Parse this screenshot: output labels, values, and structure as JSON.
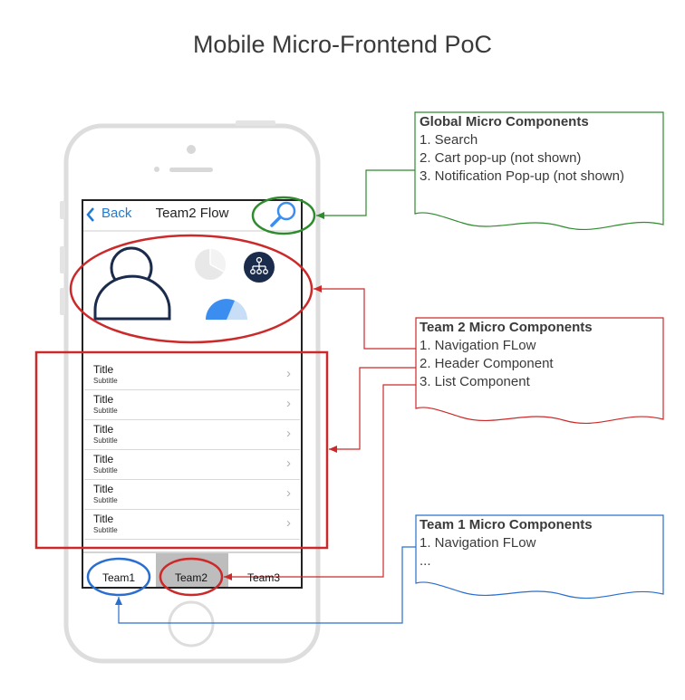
{
  "title": "Mobile Micro-Frontend PoC",
  "nav": {
    "back": "Back",
    "title": "Team2 Flow"
  },
  "list": [
    {
      "title": "Title",
      "subtitle": "Subtitle"
    },
    {
      "title": "Title",
      "subtitle": "Subtitle"
    },
    {
      "title": "Title",
      "subtitle": "Subtitle"
    },
    {
      "title": "Title",
      "subtitle": "Subtitle"
    },
    {
      "title": "Title",
      "subtitle": "Subtitle"
    },
    {
      "title": "Title",
      "subtitle": "Subtitle"
    }
  ],
  "tabs": [
    "Team1",
    "Team2",
    "Team3"
  ],
  "notes": {
    "global": {
      "heading": "Global Micro Components",
      "items": [
        "1. Search",
        "2. Cart pop-up (not shown)",
        "3. Notification Pop-up (not shown)"
      ]
    },
    "team2": {
      "heading": "Team 2 Micro Components",
      "items": [
        "1. Navigation FLow",
        "2. Header Component",
        "3. List Component"
      ]
    },
    "team1": {
      "heading": "Team 1 Micro Components",
      "items": [
        "1. Navigation FLow",
        "..."
      ]
    }
  },
  "colors": {
    "green": "#2e8b2e",
    "red": "#cc2a2a",
    "blue": "#2a6fcf",
    "navy": "#1a2b4c",
    "accent": "#3b8ef0"
  }
}
